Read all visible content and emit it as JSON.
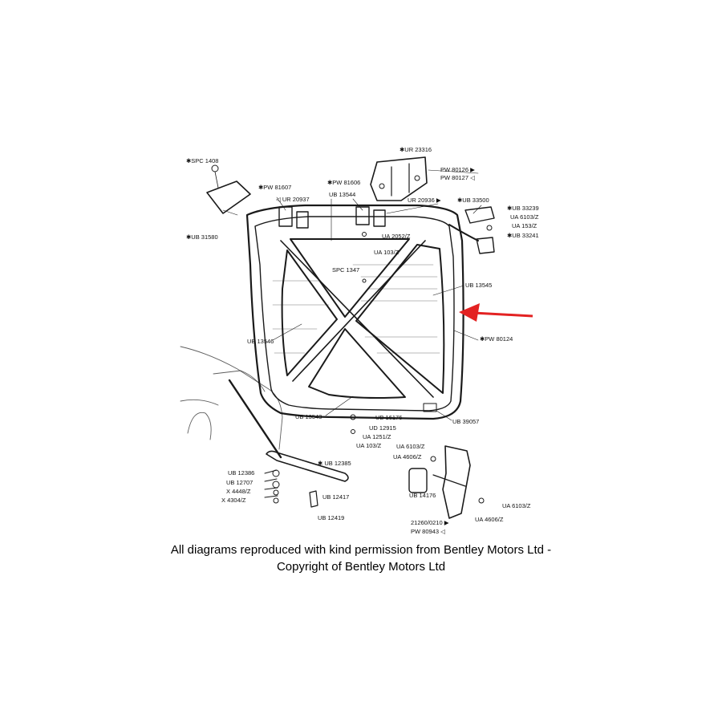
{
  "labels": {
    "spc_1408": "✱SPC 1408",
    "ub_31580": "✱UB 31580",
    "pw_81607": "✱PW 81607",
    "ur_20937": "◁ UR 20937",
    "pw_81606": "✱PW 81606",
    "ub_13544": "UB 13544",
    "ur_23316": "✱UR 23316",
    "pw_80126": "PW 80126 ▶",
    "pw_80127": "PW 80127 ◁",
    "ur_20936": "UR 20936 ▶",
    "ub_33500": "✱UB 33500",
    "ub_33239": "✱UB 33239",
    "ua_6103z_top": "UA 6103/Z",
    "ua_153z": "UA 153/Z",
    "ub_33241": "✱UB 33241",
    "ua_2052z": "UA 2052/Z",
    "ua_103z_top": "UA 103/Z",
    "spc_1347": "SPC 1347",
    "ub_13545": "UB 13545",
    "pw_80124": "✱PW 80124",
    "ub_13546": "UB 13546",
    "ub_13543": "UB 13543",
    "ub_16176": "UB 16176",
    "ud_12915": "UD 12915",
    "ua_1251z": "UA 1251/Z",
    "ua_103z_bottom": "UA 103/Z",
    "ub_39057": "UB 39057",
    "ua_6103z_mid": "UA 6103/Z",
    "ua_4606z_mid": "UA 4606/Z",
    "ub_12385": "✱ UB 12385",
    "ub_12386": "UB 12386",
    "ub_12707": "UB 12707",
    "x_4448z": "X 4448/Z",
    "x_4304z": "X 4304/Z",
    "ub_12417": "UB 12417",
    "ub_12419": "UB 12419",
    "ub_14176": "UB 14176",
    "ua_6103z_bottom": "UA 6103/Z",
    "ua_4606z_bottom": "UA 4606/Z",
    "code_21260": "21260/0210 ▶",
    "pw_80943": "PW 80943 ◁"
  },
  "caption": {
    "line1": "All diagrams reproduced with kind permission from Bentley Motors Ltd -",
    "line2": "Copyright of Bentley Motors Ltd"
  },
  "colors": {
    "ink": "#1a1a1a",
    "arrow": "#e32222",
    "background": "#ffffff"
  }
}
